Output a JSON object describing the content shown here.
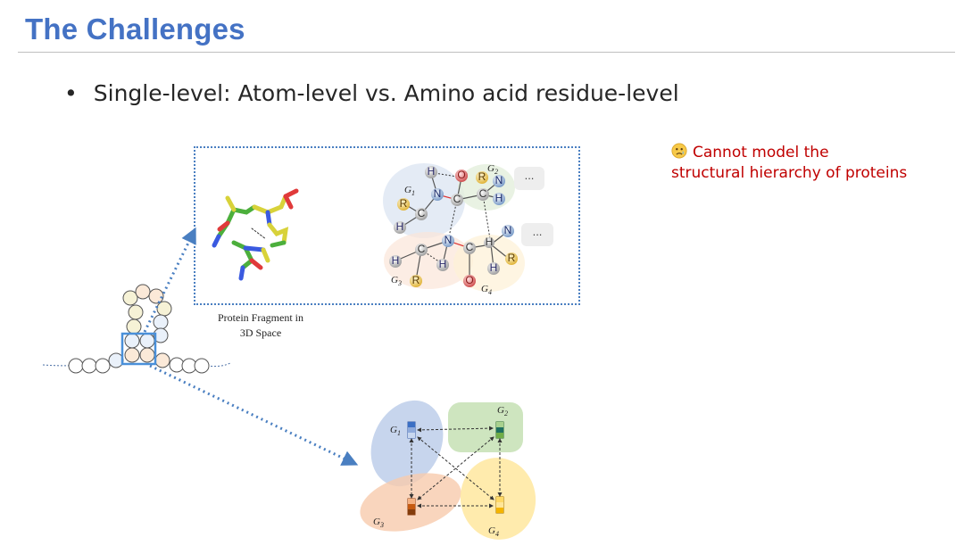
{
  "slide": {
    "title": "The Challenges",
    "bullet": "Single-level: Atom-level vs. Amino acid residue-level",
    "callout_line1": "Cannot model the",
    "callout_line2": "structural hierarchy of proteins",
    "callout_icon": "worried-face-icon",
    "caption_line1": "Protein Fragment in",
    "caption_line2": "3D Space"
  },
  "molecule": {
    "atoms": [
      "H",
      "O",
      "N",
      "C",
      "C",
      "R",
      "N",
      "H",
      "R",
      "H",
      "C",
      "N",
      "H",
      "C",
      "H",
      "C",
      "N",
      "R",
      "H",
      "H",
      "R",
      "O"
    ],
    "ellipsis": "..."
  },
  "groups": {
    "g1": "G",
    "g2": "G",
    "g3": "G",
    "g4": "G",
    "sub1": "1",
    "sub2": "2",
    "sub3": "3",
    "sub4": "4"
  },
  "colors": {
    "title": "#4472c4",
    "callout": "#c00000",
    "dotted_line": "#4a7fc1",
    "g1": "#b4c7e7",
    "g2": "#c5e0b4",
    "g3": "#f8cbad",
    "g4": "#ffe699"
  }
}
